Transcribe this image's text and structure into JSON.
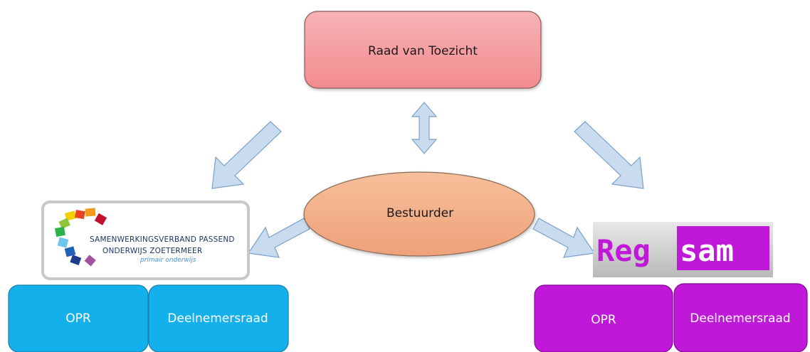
{
  "nodes": {
    "top": {
      "label": "Raad van Toezicht"
    },
    "center": {
      "label": "Bestuurder"
    }
  },
  "left_group": {
    "logo": {
      "line1": "SAMENWERKINGSVERBAND PASSEND",
      "line2": "ONDERWIJS ZOETERMEER",
      "line3": "primair onderwijs"
    },
    "boxes": [
      {
        "label": "OPR"
      },
      {
        "label": "Deelnemersraad"
      }
    ]
  },
  "right_group": {
    "logo": {
      "part1": "Reg",
      "part2": "sam"
    },
    "boxes": [
      {
        "label": "OPR"
      },
      {
        "label": "Deelnemersraad"
      }
    ]
  },
  "colors": {
    "top_box": "#f4969a",
    "center_ellipse": "#f2ae85",
    "left_boxes": "#14b0ec",
    "right_boxes": "#c018d8",
    "arrow_fill": "#c9dcef",
    "arrow_stroke": "#7aa1c8"
  }
}
